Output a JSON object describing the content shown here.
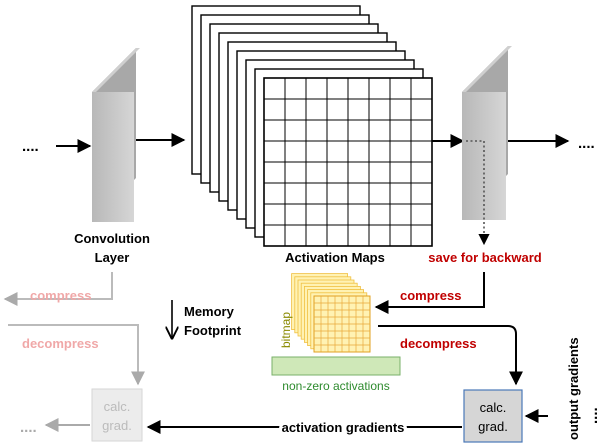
{
  "colors": {
    "black": "#000000",
    "red": "#c00000",
    "pink": "#f0a8a8",
    "light_gray": "#bbbbbb",
    "bitmap_fill": "#fff2b3",
    "bitmap_text": "#8a8a00",
    "green_fill": "#cfe8b8",
    "green_text": "#2e8b2e",
    "box_blue": "#4a78b8"
  },
  "labels": {
    "dots": "....",
    "conv_layer_line1": "Convolution",
    "conv_layer_line2": "Layer",
    "activation_maps": "Activation Maps",
    "save_for_backward": "save for backward",
    "memory_line1": "Memory",
    "memory_line2": "Footprint",
    "compress": "compress",
    "decompress": "decompress",
    "bitmap": "bitmap",
    "non_zero": "non-zero activations",
    "calc_line1": "calc.",
    "calc_line2": "grad.",
    "activation_gradients": "activation gradients",
    "output_gradients": "output gradients"
  },
  "grid": {
    "rows": 8,
    "cols": 8,
    "stacked_maps": 9
  }
}
